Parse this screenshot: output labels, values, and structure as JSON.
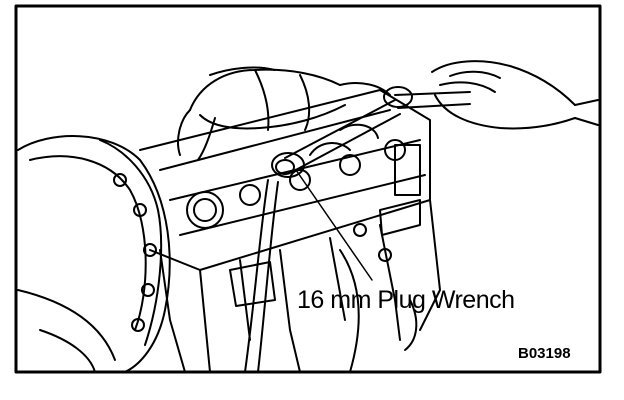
{
  "illustration": {
    "callout_label": "16 mm Plug Wrench",
    "figure_id": "B03198",
    "icon": "engine-line-drawing"
  }
}
